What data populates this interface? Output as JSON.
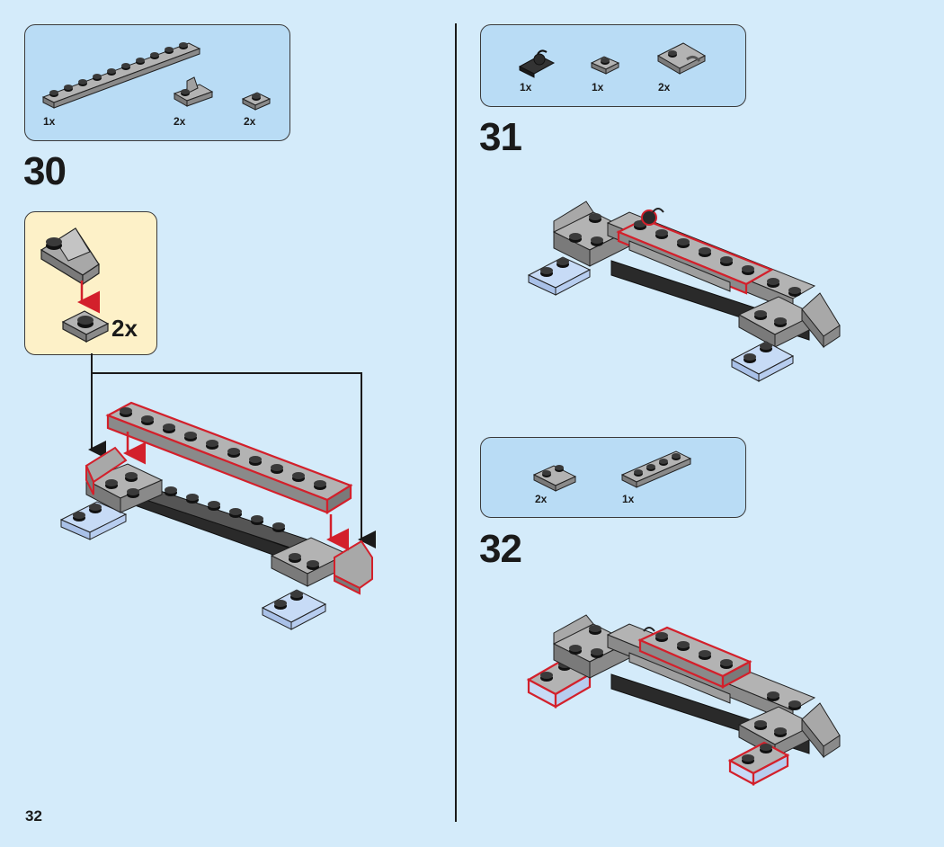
{
  "page_number": "32",
  "step30": {
    "number": "30",
    "parts": [
      {
        "qty": "1x",
        "piece": "1x10 grey plate"
      },
      {
        "qty": "2x",
        "piece": "1x2 plate with clip"
      },
      {
        "qty": "2x",
        "piece": "1x1 grey plate"
      }
    ],
    "callout_qty": "2x"
  },
  "step31": {
    "number": "31",
    "parts": [
      {
        "qty": "1x",
        "piece": "black clip piece"
      },
      {
        "qty": "1x",
        "piece": "1x1 grey plate"
      },
      {
        "qty": "2x",
        "piece": "plate with clip"
      }
    ]
  },
  "step32": {
    "number": "32",
    "parts": [
      {
        "qty": "2x",
        "piece": "1x2 grey plate"
      },
      {
        "qty": "1x",
        "piece": "1x4 grey plate"
      }
    ]
  },
  "colors": {
    "background": "#d4ebfa",
    "parts_box": "#b9dcf5",
    "callout": "#fdf1c8",
    "highlight": "#d3202b",
    "brick_grey": "#9a9a9a",
    "stud_dark": "#2b2b2b",
    "brick_light_blue": "#b7cdef"
  }
}
